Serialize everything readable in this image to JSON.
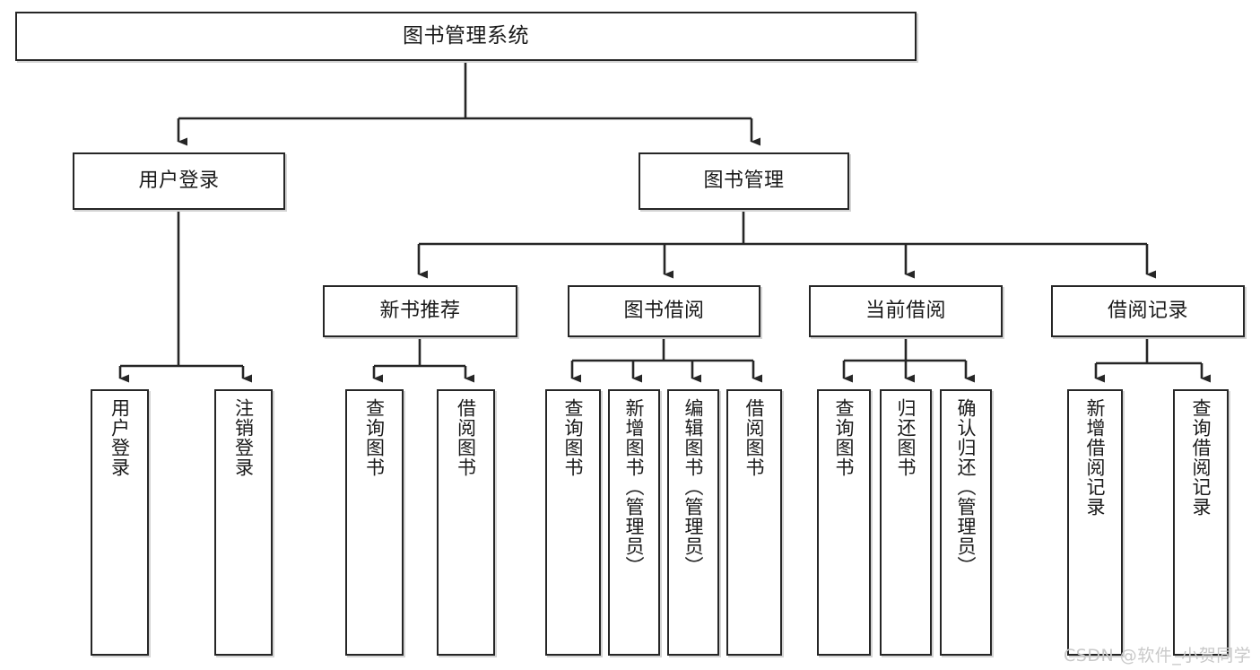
{
  "diagram": {
    "type": "tree",
    "title": "图书管理系统",
    "root": {
      "label": "图书管理系统"
    },
    "level2": [
      {
        "label": "用户登录"
      },
      {
        "label": "图书管理"
      }
    ],
    "level3": [
      {
        "label": "新书推荐"
      },
      {
        "label": "图书借阅"
      },
      {
        "label": "当前借阅"
      },
      {
        "label": "借阅记录"
      }
    ],
    "leaves": {
      "user_login": [
        {
          "label": "用户登录"
        },
        {
          "label": "注销登录"
        }
      ],
      "new_book_recommend": [
        {
          "label": "查询图书"
        },
        {
          "label": "借阅图书"
        }
      ],
      "book_borrow": [
        {
          "label": "查询图书"
        },
        {
          "label": "新增图书（管理员）"
        },
        {
          "label": "编辑图书（管理员）"
        },
        {
          "label": "借阅图书"
        }
      ],
      "current_borrow": [
        {
          "label": "查询图书"
        },
        {
          "label": "归还图书"
        },
        {
          "label": "确认归还（管理员）"
        }
      ],
      "borrow_record": [
        {
          "label": "新增借阅记录"
        },
        {
          "label": "查询借阅记录"
        }
      ]
    }
  },
  "watermark": {
    "text": "CSDN @软件_小贺同学"
  },
  "colors": {
    "box_border": "#262626",
    "box_fill": "#ffffff",
    "edge": "#262626",
    "shadow": "#d4d4d4",
    "text": "#1a1a1a",
    "watermark": "#c9c9c9",
    "background": "#ffffff"
  }
}
